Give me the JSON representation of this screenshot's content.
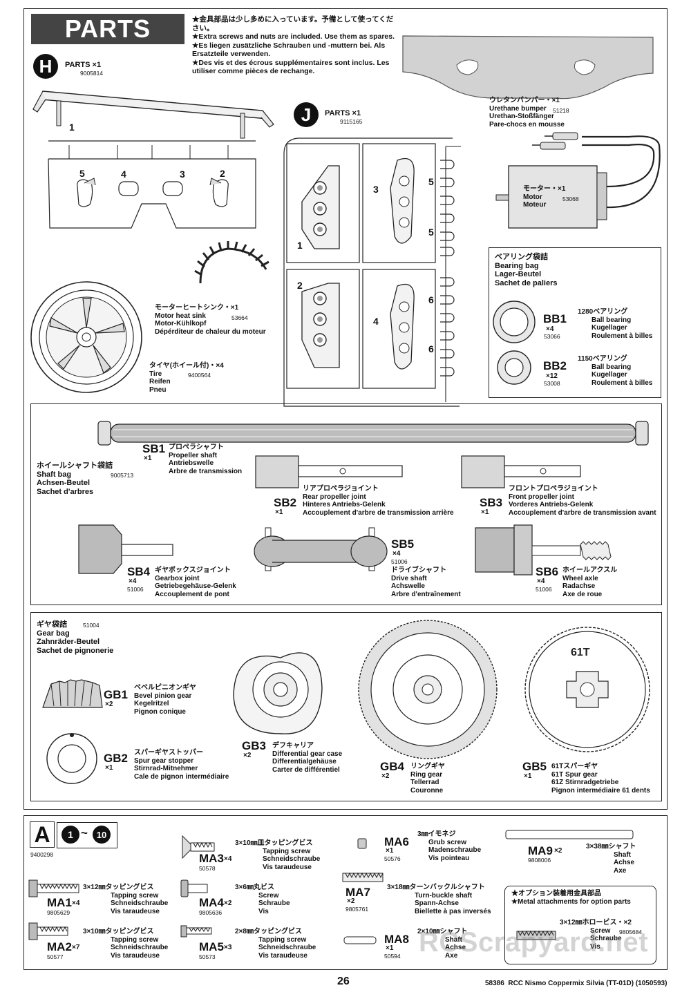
{
  "header": {
    "title": "PARTS",
    "note_lines": [
      "★金具部品は少し多めに入っています。予備として使ってください。",
      "★Extra screws and nuts are included. Use them as spares.",
      "★Es liegen zusätzliche Schrauben und -muttern bei. Als",
      "Ersatzteile verwenden.",
      "★Des vis et des écrous supplémentaires sont inclus. Les",
      "utiliser comme pièces de rechange."
    ]
  },
  "h_parts": {
    "letter": "H",
    "label": "PARTS ×1",
    "code": "9005814",
    "numbers": [
      "1",
      "5",
      "4",
      "3",
      "2"
    ]
  },
  "j_parts": {
    "letter": "J",
    "label": "PARTS ×1",
    "code": "9115165",
    "numbers": [
      "1",
      "2",
      "3",
      "4",
      "5",
      "5",
      "6",
      "6"
    ]
  },
  "bumper": {
    "lines": [
      "ウレタンバンパー・×1",
      "Urethane bumper",
      "Urethan-Stoßfänger",
      "Pare-chocs en mousse"
    ],
    "code": "51218"
  },
  "motor": {
    "lines": [
      "モーター・×1",
      "Motor",
      "Moteur"
    ],
    "code": "53068"
  },
  "heat_sink": {
    "lines": [
      "モーターヒートシンク・×1",
      "Motor heat sink",
      "Motor-Kühlkopf",
      "Dépérditeur de chaleur du moteur"
    ],
    "code": "53664"
  },
  "tire": {
    "lines": [
      "タイヤ(ホイール付)・×4",
      "Tire",
      "Reifen",
      "Pneu"
    ],
    "code": "9400564"
  },
  "bearing_bag": {
    "title": [
      "ベアリング袋詰",
      "Bearing bag",
      "Lager-Beutel",
      "Sachet de paliers"
    ],
    "items": [
      {
        "code": "BB1",
        "qty": "×4",
        "part": "53066",
        "lines": [
          "1280ベアリング",
          "Ball bearing",
          "Kugellager",
          "Roulement à billes"
        ]
      },
      {
        "code": "BB2",
        "qty": "×12",
        "part": "53008",
        "lines": [
          "1150ベアリング",
          "Ball bearing",
          "Kugellager",
          "Roulement à billes"
        ]
      }
    ]
  },
  "shaft_bag": {
    "title": [
      "ホイールシャフト袋詰",
      "Shaft bag",
      "Achsen-Beutel",
      "Sachet d'arbres"
    ],
    "bag_code": "9005713",
    "items": [
      {
        "code": "SB1",
        "qty": "×1",
        "part": "",
        "lines": [
          "プロペラシャフト",
          "Propeller shaft",
          "Antriebswelle",
          "Arbre de transmission"
        ]
      },
      {
        "code": "SB2",
        "qty": "×1",
        "part": "",
        "lines": [
          "リアプロペラジョイント",
          "Rear propeller joint",
          "Hinteres Antriebs-Gelenk",
          "Accouplement d'arbre de transmission arrière"
        ]
      },
      {
        "code": "SB3",
        "qty": "×1",
        "part": "",
        "lines": [
          "フロントプロペラジョイント",
          "Front propeller joint",
          "Vorderes Antriebs-Gelenk",
          "Accouplement d'arbre de transmission avant"
        ]
      },
      {
        "code": "SB4",
        "qty": "×4",
        "part": "51006",
        "lines": [
          "ギヤボックスジョイント",
          "Gearbox joint",
          "Getriebegehäuse-Gelenk",
          "Accouplement de pont"
        ]
      },
      {
        "code": "SB5",
        "qty": "×4",
        "part": "51006",
        "lines": [
          "ドライブシャフト",
          "Drive shaft",
          "Achswelle",
          "Arbre d'entraînement"
        ]
      },
      {
        "code": "SB6",
        "qty": "×4",
        "part": "51006",
        "lines": [
          "ホイールアクスル",
          "Wheel axle",
          "Radachse",
          "Axe de roue"
        ]
      }
    ]
  },
  "gear_bag": {
    "title": [
      "ギヤ袋詰",
      "Gear bag",
      "Zahnräder-Beutel",
      "Sachet de pignonerie"
    ],
    "bag_code": "51004",
    "items": [
      {
        "code": "GB1",
        "qty": "×2",
        "lines": [
          "ベベルピニオンギヤ",
          "Bevel pinion gear",
          "Kegelritzel",
          "Pignon conique"
        ]
      },
      {
        "code": "GB2",
        "qty": "×1",
        "lines": [
          "スパーギヤストッパー",
          "Spur gear stopper",
          "Stirnrad-Mitnehmer",
          "Cale de pignon intermédiaire"
        ]
      },
      {
        "code": "GB3",
        "qty": "×2",
        "lines": [
          "デフキャリア",
          "Differential gear case",
          "Differentialgehäuse",
          "Carter de différentiel"
        ]
      },
      {
        "code": "GB4",
        "qty": "×2",
        "lines": [
          "リングギヤ",
          "Ring gear",
          "Tellerrad",
          "Couronne"
        ]
      },
      {
        "code": "GB5",
        "qty": "×1",
        "lines": [
          "61Tスパーギヤ",
          "61T Spur gear",
          "61Z Stirnradgetriebe",
          "Pignon intermédiaire 61 dents"
        ]
      }
    ],
    "gear_mark": "61T"
  },
  "bag_a": {
    "letter": "A",
    "range_from": "1",
    "range_sep": "~",
    "range_to": "10",
    "code": "9400298",
    "items": [
      {
        "code": "MA1",
        "qty": "×4",
        "part": "9805629",
        "lines": [
          "3×12㎜タッピングビス",
          "Tapping screw",
          "Schneidschraube",
          "Vis taraudeuse"
        ]
      },
      {
        "code": "MA2",
        "qty": "×7",
        "part": "50577",
        "lines": [
          "3×10㎜タッピングビス",
          "Tapping screw",
          "Schneidschraube",
          "Vis taraudeuse"
        ]
      },
      {
        "code": "MA3",
        "qty": "×4",
        "part": "50578",
        "lines": [
          "3×10㎜皿タッピングビス",
          "Tapping screw",
          "Schneidschraube",
          "Vis taraudeuse"
        ]
      },
      {
        "code": "MA4",
        "qty": "×2",
        "part": "9805636",
        "lines": [
          "3×6㎜丸ビス",
          "Screw",
          "Schraube",
          "Vis"
        ]
      },
      {
        "code": "MA5",
        "qty": "×3",
        "part": "50573",
        "lines": [
          "2×8㎜タッピングビス",
          "Tapping screw",
          "Schneidschraube",
          "Vis taraudeuse"
        ]
      },
      {
        "code": "MA6",
        "qty": "×1",
        "part": "50576",
        "lines": [
          "3㎜イモネジ",
          "Grub screw",
          "Madenschraube",
          "Vis pointeau"
        ]
      },
      {
        "code": "MA7",
        "qty": "×2",
        "part": "9805761",
        "lines": [
          "3×18㎜ターンバックルシャフト",
          "Turn-buckle shaft",
          "Spann-Achse",
          "Biellette à pas inversés"
        ]
      },
      {
        "code": "MA8",
        "qty": "×1",
        "part": "50594",
        "lines": [
          "2×10㎜シャフト",
          "Shaft",
          "Achse",
          "Axe"
        ]
      },
      {
        "code": "MA9",
        "qty": "×2",
        "part": "9808006",
        "lines": [
          "3×38㎜シャフト",
          "Shaft",
          "Achse",
          "Axe"
        ]
      }
    ],
    "option": {
      "lines": [
        "★オプション装着用金具部品",
        "★Metal attachments for option parts"
      ],
      "screw": {
        "title": "3×12㎜ホロービス・×2",
        "lines": [
          "Screw",
          "Schraube",
          "Vis"
        ],
        "part": "9805684"
      }
    }
  },
  "footer": {
    "page": "26",
    "caption": "58386  RCC Nismo Coppermix Silvia (TT-01D) (1050593)"
  },
  "watermark": "RCScrapyard.net"
}
